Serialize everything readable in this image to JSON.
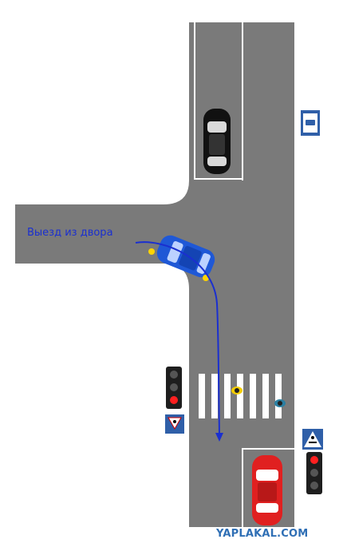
{
  "annotation": {
    "label": "Выезд из двора"
  },
  "watermark": {
    "text": "YAPLAKAL.COM"
  },
  "colors": {
    "road": "#7a7a7a",
    "lane_line": "#ffffff",
    "blue_car": "#1f58d6",
    "path_arrow": "#1a2fd0",
    "red_car": "#e02020",
    "black_car": "#111111",
    "sign_blue": "#2f5fa8"
  },
  "icons": [
    "bus-stop-sign",
    "pedestrian-crossing-sign",
    "yield-crossing-sign",
    "traffic-light",
    "hazard-blinker"
  ],
  "traffic_lights": {
    "left": "red",
    "right": "red"
  }
}
